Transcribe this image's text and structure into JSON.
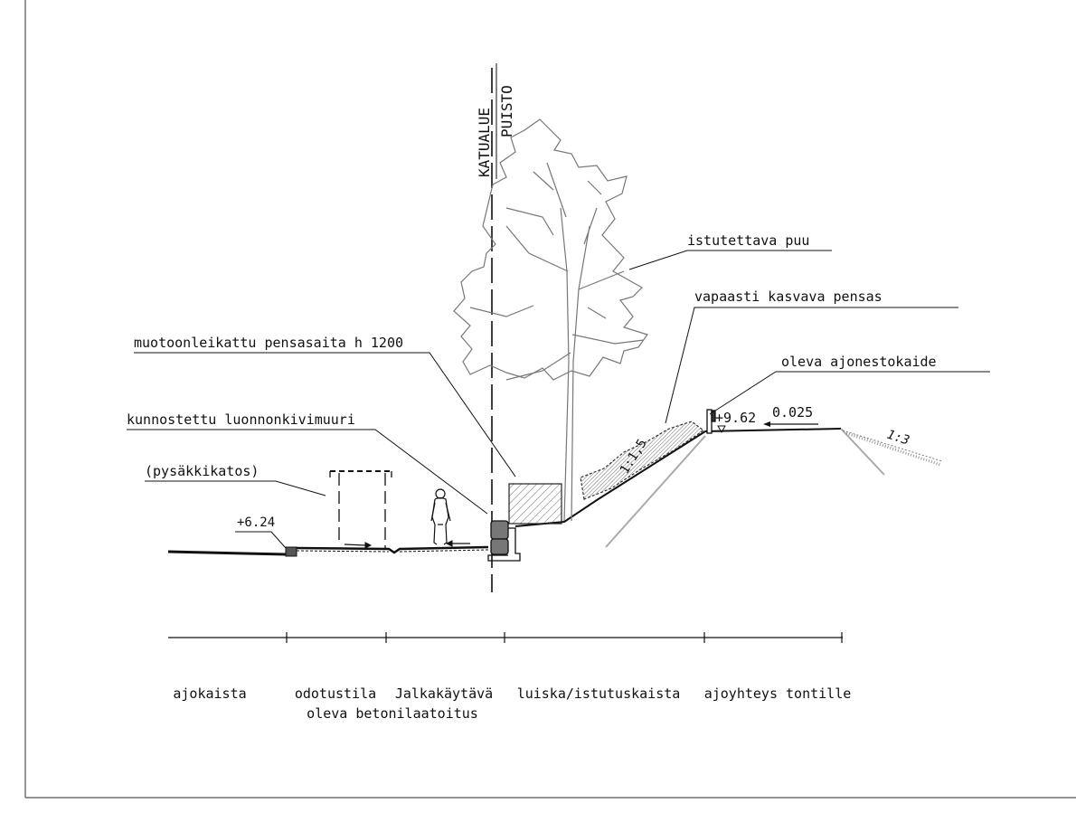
{
  "boundary": {
    "left_label": "KATUALUE",
    "right_label": "PUISTO"
  },
  "annotations": {
    "tree": "istutettava puu",
    "shrub": "vapaasti kasvava pensas",
    "hedge": "muotoonleikattu pensasaita h 1200",
    "guardrail": "oleva ajonestokaide",
    "stone_wall": "kunnostettu luonnonkivimuuri",
    "shelter": "(pysäkkikatos)",
    "elev_left": "+6.24",
    "elev_right": "+9.62",
    "slope_pct": "0.025",
    "slope_ratio_1": "1:1,5",
    "slope_ratio_2": "1:3"
  },
  "zones": [
    {
      "line1": "ajokaista",
      "line2": ""
    },
    {
      "line1": "odotustila",
      "line2": ""
    },
    {
      "line1": "Jalkakäytävä",
      "line2": ""
    },
    {
      "line1": "luiska/istutuskaista",
      "line2": ""
    },
    {
      "line1": "ajoyhteys tontille",
      "line2": ""
    }
  ],
  "shared_caption": "oleva betonilaatoitus"
}
